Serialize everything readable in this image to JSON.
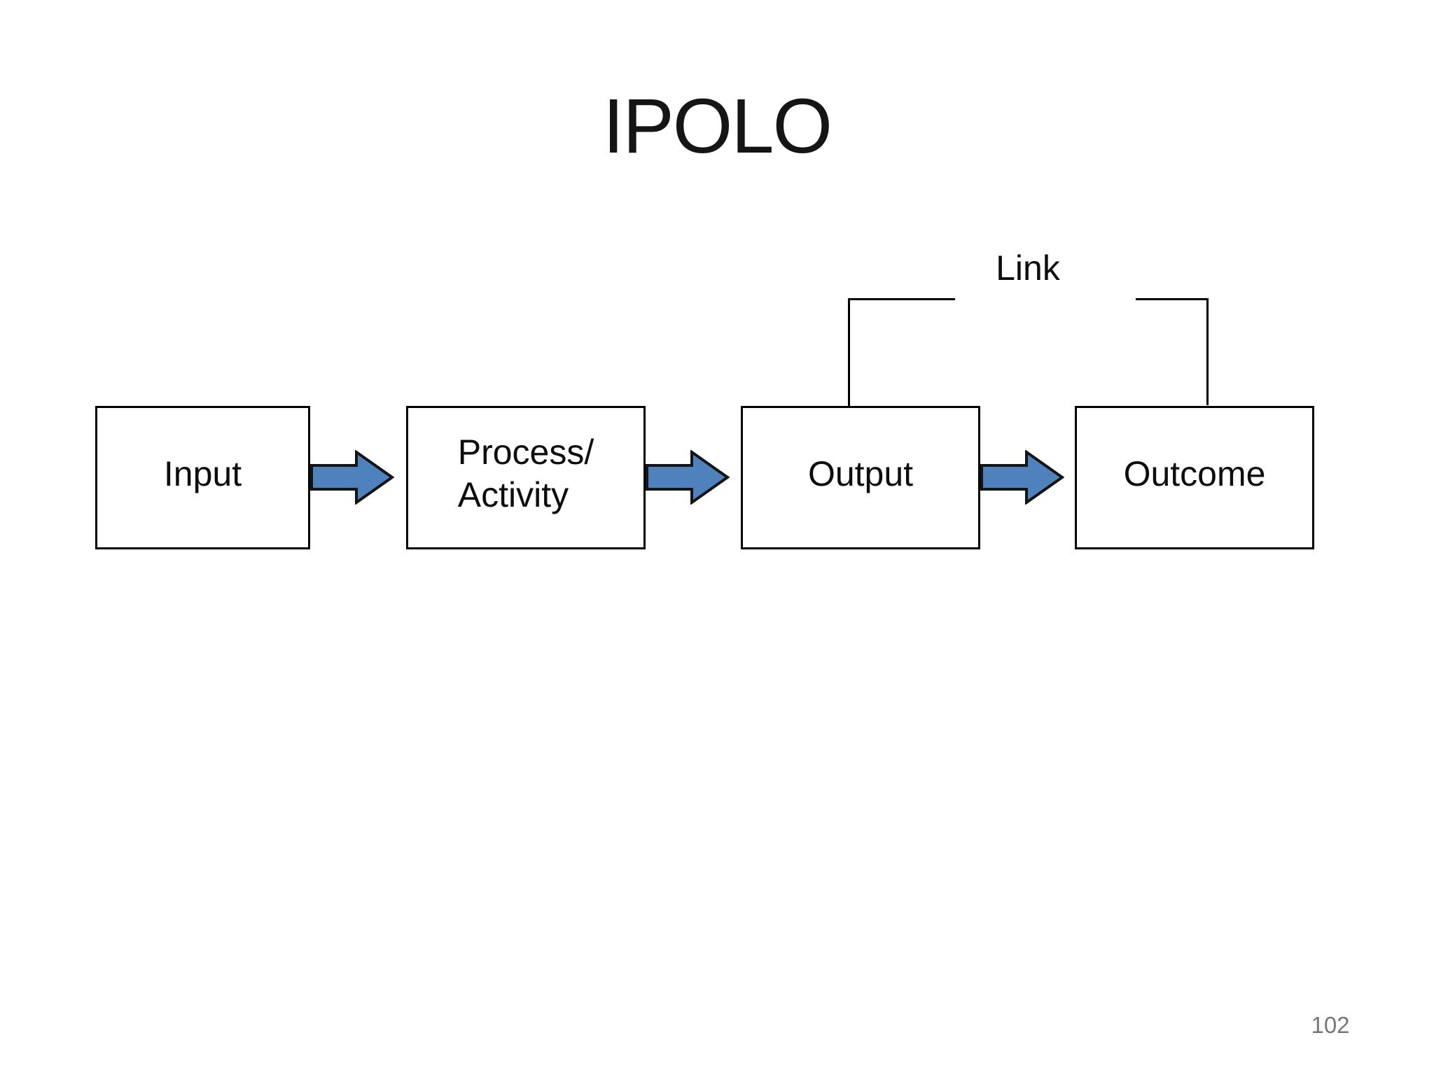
{
  "slide": {
    "title": "IPOLO",
    "link_label": "Link",
    "page_number": "102",
    "boxes": [
      {
        "id": "input",
        "label": "Input"
      },
      {
        "id": "process",
        "label_lines": [
          "Process/",
          "Activity"
        ]
      },
      {
        "id": "output",
        "label": "Output"
      },
      {
        "id": "outcome",
        "label": "Outcome"
      }
    ],
    "colors": {
      "background": "#ffffff",
      "box_border": "#000000",
      "text": "#0d0d0d",
      "arrow_fill": "#4f81bd",
      "arrow_stroke": "#141414",
      "bracket_line": "#000000",
      "page_number": "#777777"
    }
  }
}
